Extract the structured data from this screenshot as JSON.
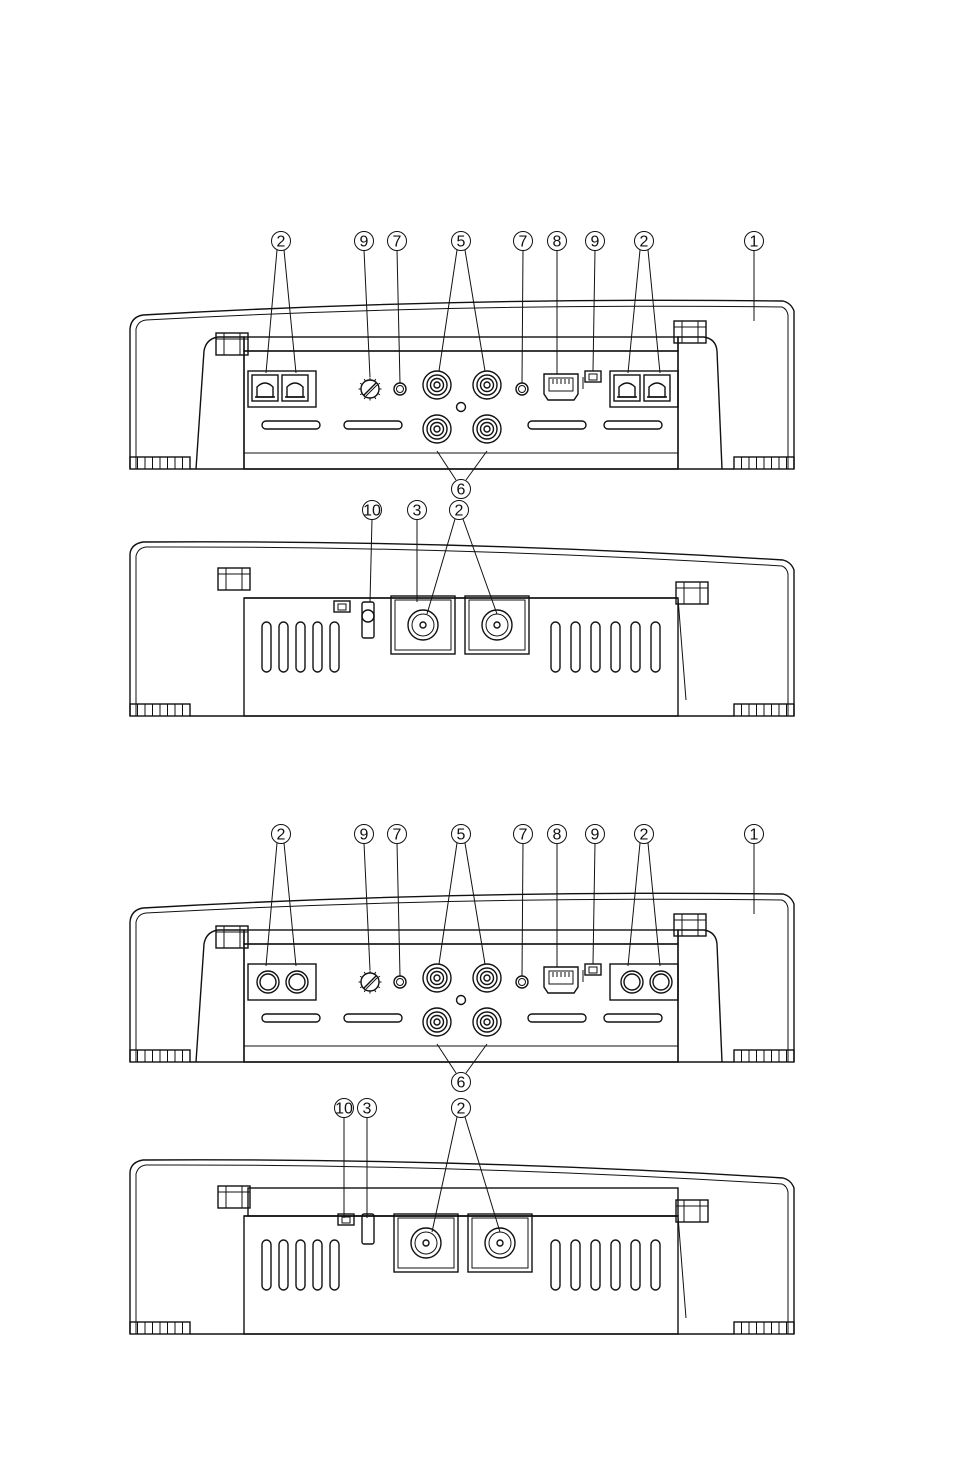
{
  "colors": {
    "line": "#111111",
    "background": "#ffffff"
  },
  "callouts": {
    "c1": "1",
    "c2": "2",
    "c3": "3",
    "c5": "5",
    "c6": "6",
    "c7": "7",
    "c8": "8",
    "c9": "9",
    "c10": "10"
  },
  "views": [
    {
      "id": "model-a-front",
      "kind": "front-panel"
    },
    {
      "id": "model-a-rear",
      "kind": "rear-panel"
    },
    {
      "id": "model-b-front",
      "kind": "front-panel"
    },
    {
      "id": "model-b-rear",
      "kind": "rear-panel"
    }
  ]
}
